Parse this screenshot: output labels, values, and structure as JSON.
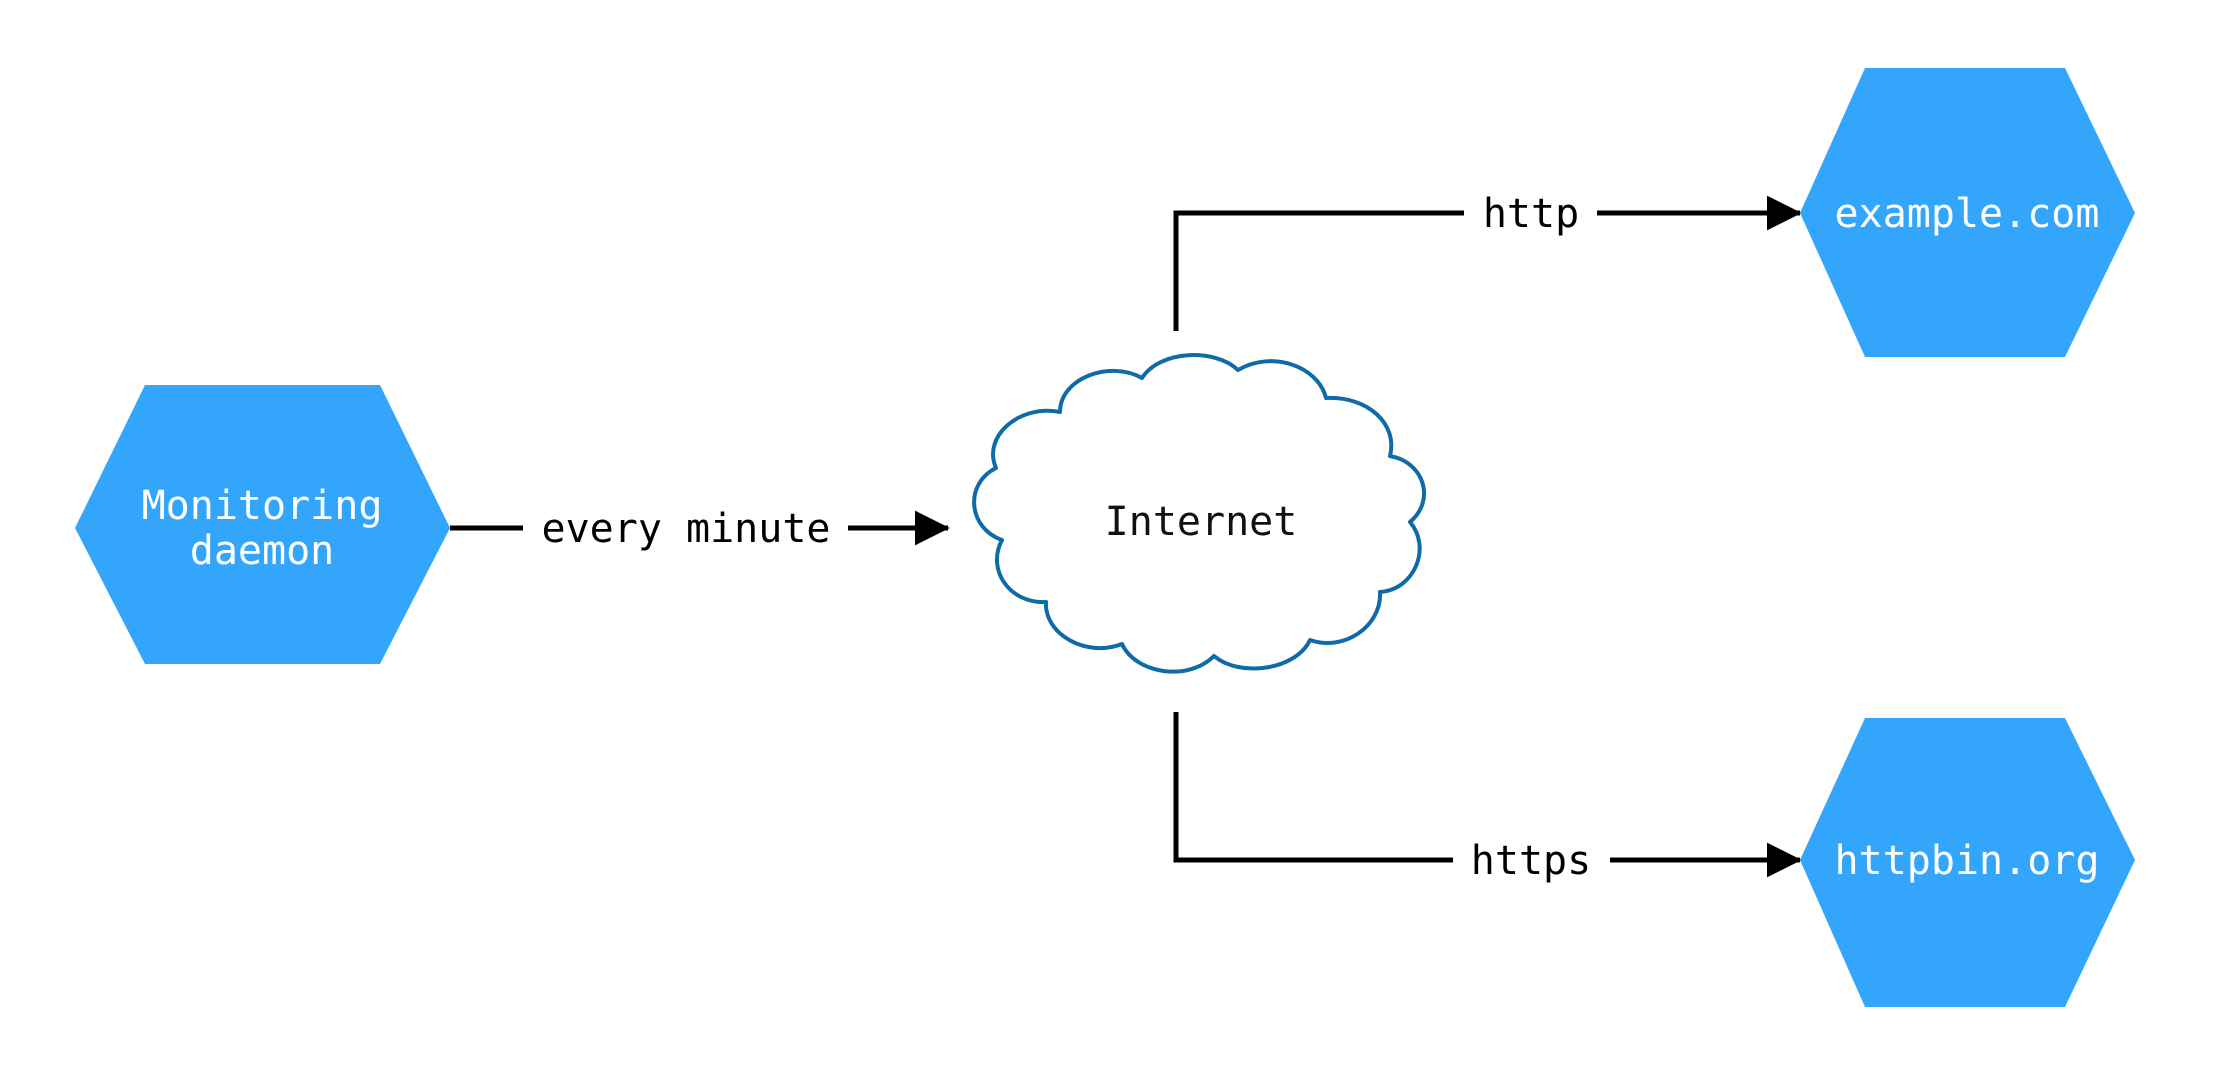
{
  "diagram": {
    "background_color": "#ffffff",
    "node_fill_color": "#33a6fc",
    "node_text_color": "#ffffff",
    "cloud_stroke_color": "#0e6ba8",
    "cloud_text_color": "#111111",
    "edge_color": "#000000",
    "nodes": [
      {
        "id": "monitoring-daemon",
        "shape": "hexagon",
        "line1": "Monitoring",
        "line2": "daemon"
      },
      {
        "id": "internet",
        "shape": "cloud",
        "label": "Internet"
      },
      {
        "id": "example-com",
        "shape": "hexagon",
        "label": "example.com"
      },
      {
        "id": "httpbin-org",
        "shape": "hexagon",
        "label": "httpbin.org"
      }
    ],
    "edges": [
      {
        "id": "daemon-to-internet",
        "label": "every minute",
        "from": "monitoring-daemon",
        "to": "internet"
      },
      {
        "id": "internet-to-example",
        "label": "http",
        "from": "internet",
        "to": "example-com"
      },
      {
        "id": "internet-to-httpbin",
        "label": "https",
        "from": "internet",
        "to": "httpbin-org"
      }
    ]
  }
}
